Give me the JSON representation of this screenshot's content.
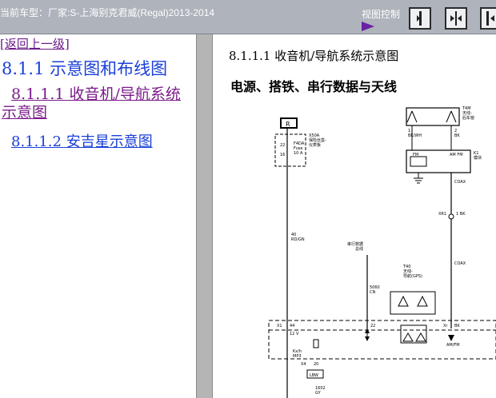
{
  "header": {
    "model_label": "当前车型：厂家:S-上海别克君威(Regal)2013-2014",
    "view_control_label": "视图控制",
    "buttons": [
      {
        "name": "expand-right"
      },
      {
        "name": "center-split"
      },
      {
        "name": "expand-left"
      }
    ]
  },
  "sidebar": {
    "back_link": "[返回上一级]",
    "section_heading": "8.1.1 示意图和布线图",
    "item_1": "8.1.1.1 收音机/导航系统示意图",
    "item_2": "8.1.1.2 安吉星示意图"
  },
  "content": {
    "section_title": "8.1.1.1 收音机/导航系统示意图",
    "subsection_title": "电源、搭铁、串行数据与天线"
  },
  "diagram": {
    "labels": {
      "r_box": "R",
      "fuse_loc": "X50A\n保险丝盒-\n仪表板",
      "fuse_pins_top": "22",
      "fuse_pins_bottom": "16",
      "fuse_name": "F4DA",
      "fuse_sub": "Fuse",
      "fuse_amp": "10 A",
      "wire_left_num": "40",
      "wire_left_color": "RD/GN",
      "ant_label": "T4M\n天线-\n后车窗",
      "ant_pin1": "1",
      "ant_pin1_color": "BK/WH",
      "ant_pin2": "2",
      "ant_pin2_color": "BK",
      "mod_fm": "FM",
      "mod_am": "AM\nFM",
      "mod_title": "K1\n模块",
      "coax_top": "COAX",
      "xr_label": "XR1",
      "xr_pin": "1 BK",
      "coax_mid": "COAX",
      "gps_label": "T40\n天线-\n导航(GPS)",
      "data_label": "串行数据\n总线",
      "serial_num": "5060",
      "serial_color": "CN",
      "x1": "X1",
      "pin44": "44",
      "v12": "12 V",
      "pin22": "22",
      "xr_bottom": "Xr",
      "bk_bottom": "BK",
      "amfm_bottom": "AM/FM",
      "k_label": "Kx/h\nMP3",
      "x4": "X4",
      "pin20": "20",
      "lbw": "LBW",
      "bottom_num": "1602",
      "bottom_color": "GY"
    }
  }
}
